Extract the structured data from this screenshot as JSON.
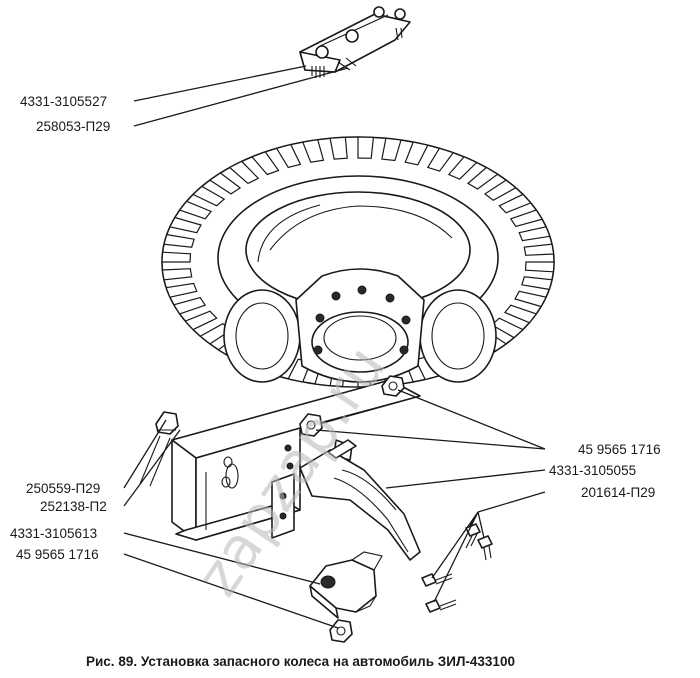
{
  "labels": {
    "l1": "4331-3105527",
    "l2": "258053-П29",
    "l3": "45 9565 1716",
    "l4": "4331-3105055",
    "l5": "201614-П29",
    "l6": "250559-П29",
    "l7": "252138-П2",
    "l8": "4331-3105613",
    "l9": "45 9565 1716"
  },
  "caption": "Рис. 89. Установка запасного колеса на автомобиль ЗИЛ-433100",
  "watermark": "zapzap.ru",
  "colors": {
    "ink": "#1a1a1a",
    "paper": "#ffffff",
    "watermark": "#b8b8b8"
  }
}
